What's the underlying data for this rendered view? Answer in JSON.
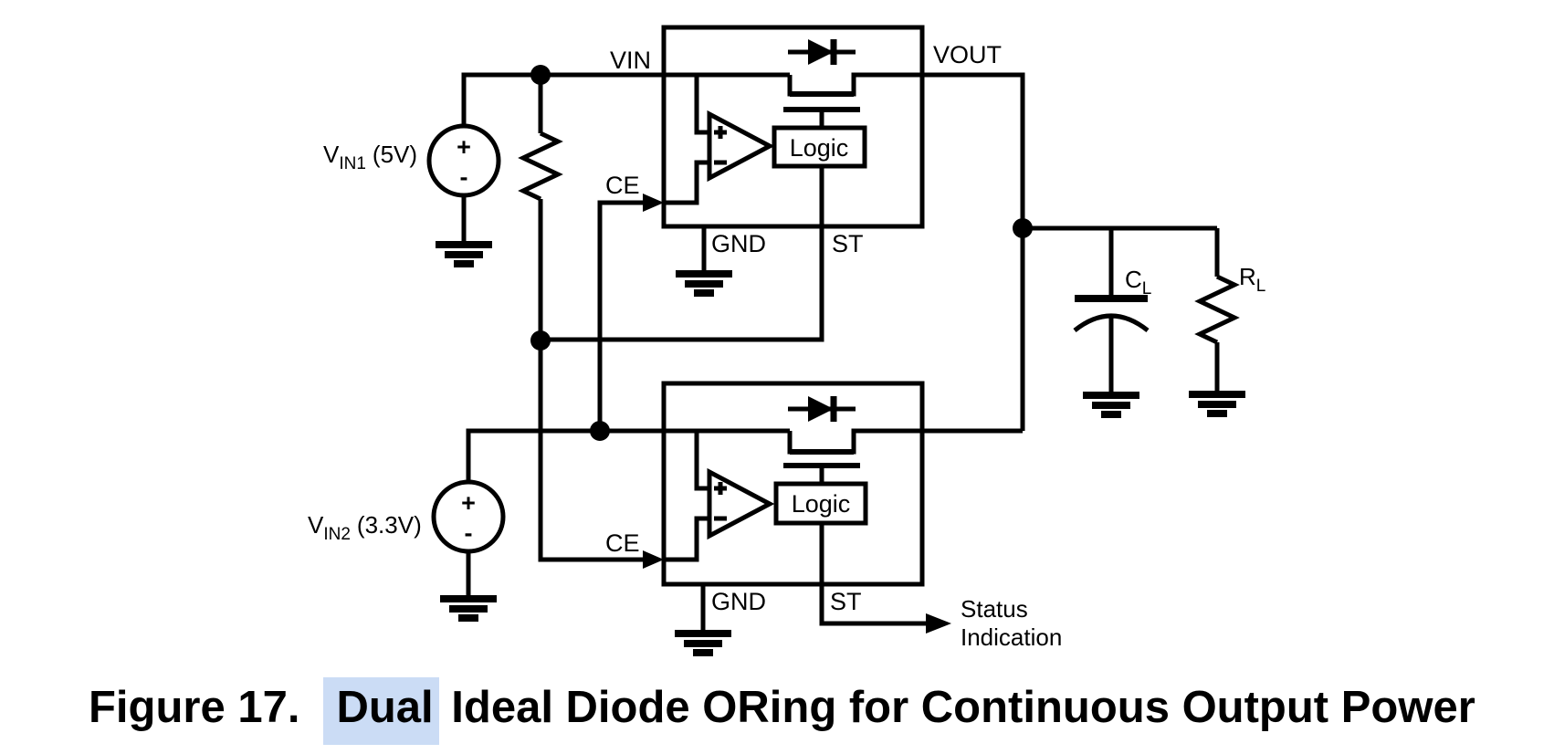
{
  "caption": {
    "prefix": "Figure 17.",
    "highlighted_word": "Dual",
    "rest": " Ideal Diode ORing for Continuous Output Power",
    "highlight_color": "#cbdcf5"
  },
  "sources": {
    "vin1": {
      "symbol": "V",
      "subscript": "IN1",
      "value": "(5V)",
      "plus": "+",
      "minus": "-"
    },
    "vin2": {
      "symbol": "V",
      "subscript": "IN2",
      "value": "(3.3V)",
      "plus": "+",
      "minus": "-"
    }
  },
  "controllers": {
    "top": {
      "pin_vin": "VIN",
      "pin_vout": "VOUT",
      "pin_ce": "CE",
      "pin_gnd": "GND",
      "pin_st": "ST",
      "logic_label": "Logic",
      "comparator_plus": "+",
      "comparator_minus": "-"
    },
    "bottom": {
      "pin_ce": "CE",
      "pin_gnd": "GND",
      "pin_st": "ST",
      "logic_label": "Logic",
      "comparator_plus": "+",
      "comparator_minus": "-"
    }
  },
  "load": {
    "capacitor": {
      "symbol": "C",
      "subscript": "L"
    },
    "resistor": {
      "symbol": "R",
      "subscript": "L"
    }
  },
  "status_annotation": {
    "line1": "Status",
    "line2": "Indication"
  }
}
